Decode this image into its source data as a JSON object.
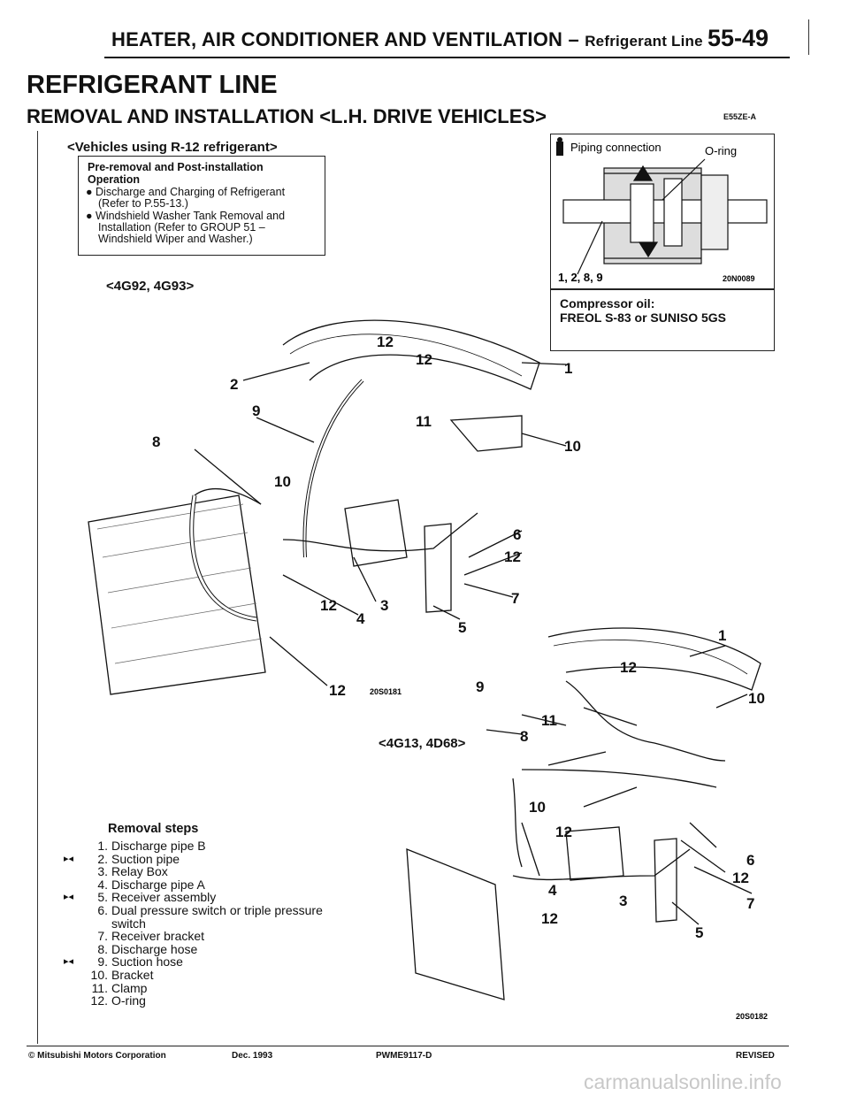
{
  "header": {
    "section": "HEATER, AIR CONDITIONER AND VENTILATION",
    "dash": " – ",
    "subsection": "Refrigerant Line",
    "page": "55-49"
  },
  "title": "REFRIGERANT LINE",
  "subtitle": "REMOVAL AND INSTALLATION <L.H. DRIVE VEHICLES>",
  "section_code": "E55ZE-A",
  "vehicles": "<Vehicles using R-12 refrigerant>",
  "pre_removal": {
    "heading_line1": "Pre-removal and Post-installation",
    "heading_line2": "Operation",
    "items": [
      {
        "l1": "Discharge and Charging of Refrigerant",
        "l2": "(Refer to P.55-13.)"
      },
      {
        "l1": "Windshield Washer Tank Removal and",
        "l2": "Installation (Refer to GROUP 51 –",
        "l3": "Windshield Wiper and Washer.)"
      }
    ]
  },
  "inset": {
    "label_piping": "Piping connection",
    "label_oring": "O-ring",
    "parts": "1, 2, 8, 9",
    "fig_code": "20N0089",
    "oil_line1": "Compressor oil:",
    "oil_line2": "FREOL S-83 or SUNISO 5GS"
  },
  "engine_upper": "<4G92, 4G93>",
  "engine_lower": "<4G13, 4D68>",
  "fig_code_upper": "20S0181",
  "fig_code_lower": "20S0182",
  "callouts_upper": [
    "1",
    "2",
    "3",
    "4",
    "5",
    "6",
    "7",
    "8",
    "9",
    "10",
    "11",
    "12",
    "12",
    "12",
    "12",
    "12",
    "10"
  ],
  "callouts_lower": [
    "1",
    "3",
    "4",
    "5",
    "6",
    "7",
    "8",
    "9",
    "10",
    "10",
    "11",
    "12",
    "12",
    "12",
    "12"
  ],
  "removal": {
    "heading": "Removal steps",
    "steps": [
      {
        "mark": "",
        "num": "1.",
        "text": "Discharge pipe B"
      },
      {
        "mark": "▸◂",
        "num": "2.",
        "text": "Suction pipe"
      },
      {
        "mark": "",
        "num": "3.",
        "text": "Relay Box"
      },
      {
        "mark": "",
        "num": "4.",
        "text": "Discharge pipe A"
      },
      {
        "mark": "▸◂",
        "num": "5.",
        "text": "Receiver assembly"
      },
      {
        "mark": "",
        "num": "6.",
        "text": "Dual pressure switch or triple pressure"
      },
      {
        "mark": "",
        "num": "",
        "text": "switch"
      },
      {
        "mark": "",
        "num": "7.",
        "text": "Receiver bracket"
      },
      {
        "mark": "",
        "num": "8.",
        "text": "Discharge hose"
      },
      {
        "mark": "▸◂",
        "num": "9.",
        "text": "Suction hose"
      },
      {
        "mark": "",
        "num": "10.",
        "text": "Bracket"
      },
      {
        "mark": "",
        "num": "11.",
        "text": "Clamp"
      },
      {
        "mark": "",
        "num": "12.",
        "text": "O-ring"
      }
    ]
  },
  "footer": {
    "left": "© Mitsubishi Motors Corporation",
    "date": "Dec. 1993",
    "code": "PWME9117-D",
    "status": "REVISED"
  },
  "watermark": "carmanualsonline.info"
}
